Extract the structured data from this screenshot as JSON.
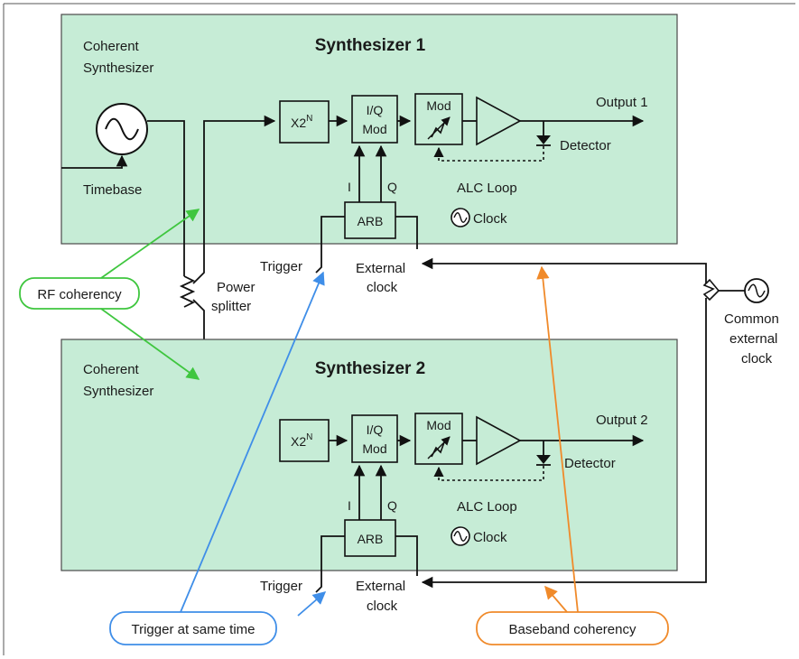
{
  "synth1": {
    "title": "Synthesizer 1",
    "coherent_line1": "Coherent",
    "coherent_line2": "Synthesizer",
    "timebase": "Timebase",
    "x2n_base": "X2",
    "x2n_sup": "N",
    "iq_line1": "I/Q",
    "iq_line2": "Mod",
    "mod": "Mod",
    "output": "Output 1",
    "detector": "Detector",
    "alc": "ALC Loop",
    "arb": "ARB",
    "i_label": "I",
    "q_label": "Q",
    "clock": "Clock",
    "trigger": "Trigger",
    "ext_clock_line1": "External",
    "ext_clock_line2": "clock"
  },
  "synth2": {
    "title": "Synthesizer 2",
    "coherent_line1": "Coherent",
    "coherent_line2": "Synthesizer",
    "x2n_base": "X2",
    "x2n_sup": "N",
    "iq_line1": "I/Q",
    "iq_line2": "Mod",
    "mod": "Mod",
    "output": "Output 2",
    "detector": "Detector",
    "alc": "ALC Loop",
    "arb": "ARB",
    "i_label": "I",
    "q_label": "Q",
    "clock": "Clock",
    "trigger": "Trigger",
    "ext_clock_line1": "External",
    "ext_clock_line2": "clock"
  },
  "splitter_line1": "Power",
  "splitter_line2": "splitter",
  "common_clock_line1": "Common",
  "common_clock_line2": "external",
  "common_clock_line3": "clock",
  "callouts": {
    "rf": "RF coherency",
    "trigger": "Trigger at same time",
    "baseband": "Baseband coherency"
  },
  "colors": {
    "panel": "#c6ecd6",
    "rf_green": "#3fc63f",
    "trigger_blue": "#3f8ee8",
    "baseband_orange": "#f08a2a"
  }
}
